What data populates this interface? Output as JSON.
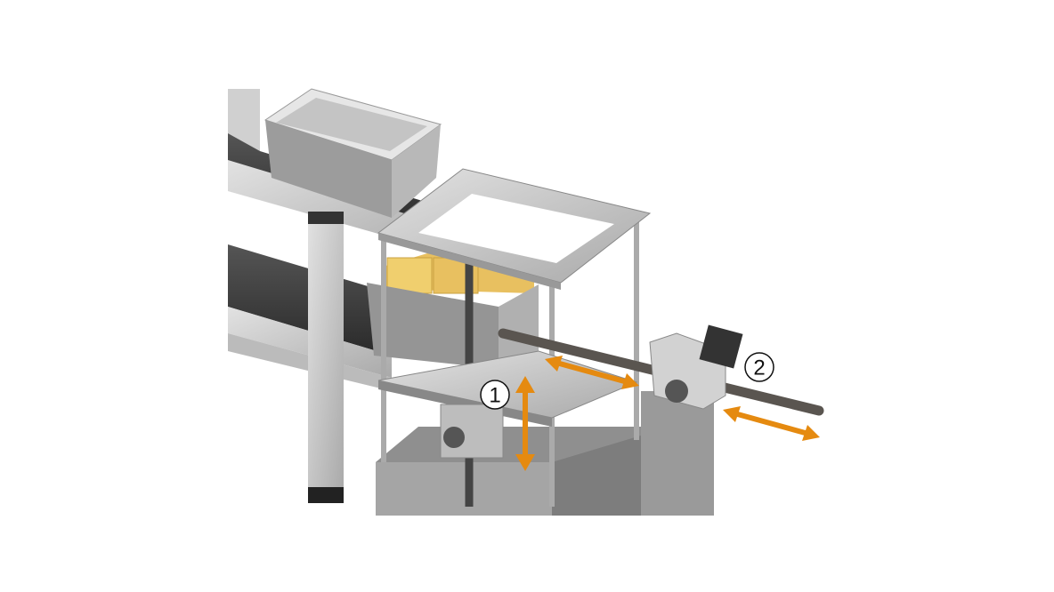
{
  "callouts": [
    {
      "label": "1",
      "meaning": "vertical"
    },
    {
      "label": "2",
      "meaning": "horizontal"
    }
  ],
  "colors": {
    "arrow": "#e58a10",
    "frame": "#c9c9c9",
    "belt": "#3a3a3a",
    "product": "#e9c35a"
  }
}
